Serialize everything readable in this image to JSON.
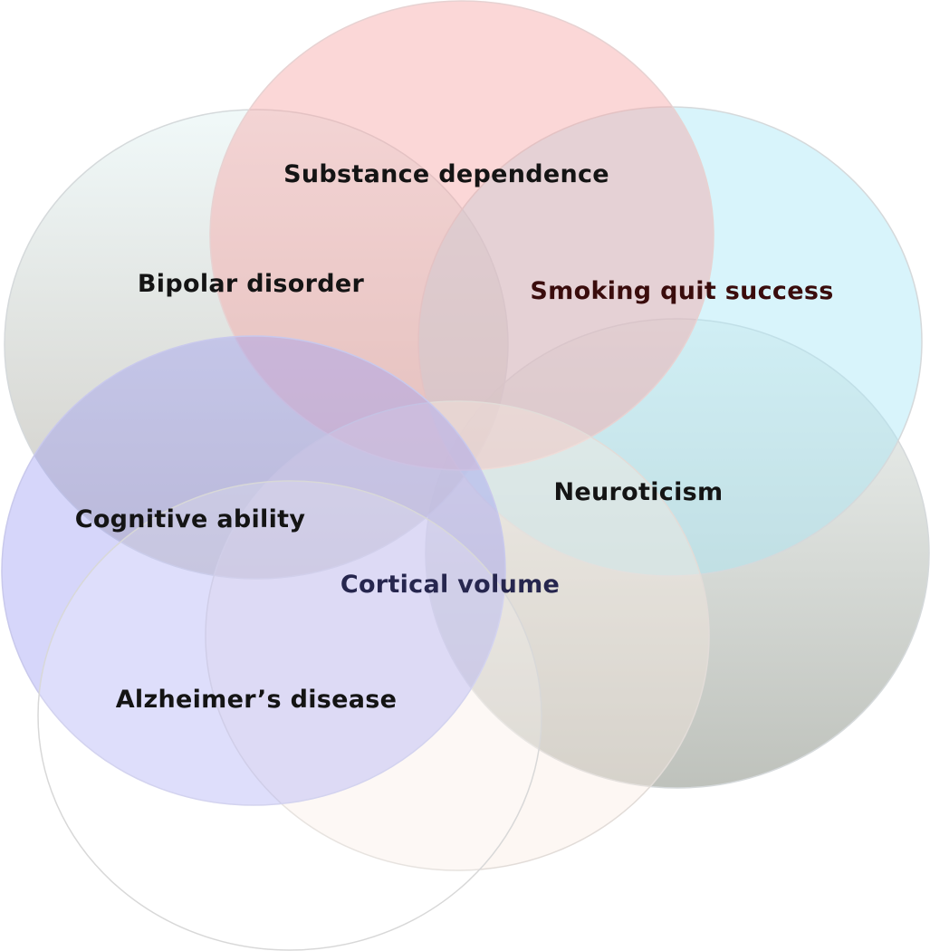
{
  "diagram": {
    "colors": {
      "substance": "#f7a6a6",
      "smoking": "#a8e6f6",
      "bipolar_top": "#eef8f8",
      "bipolar_bottom": "#c6c2bb",
      "neuroticism_top": "#eef3f1",
      "neuroticism_bottom": "#b3b7b0",
      "cognitive": "#9e9ef4",
      "cortical": "#fbebe0",
      "alzheimers": "#ffffff",
      "edge": "#d5d9db",
      "label_dark": "#141414",
      "label_maroon": "#3a0c0c",
      "label_navy": "#26264e"
    },
    "labels": {
      "substance": "Substance dependence",
      "bipolar": "Bipolar disorder",
      "smoking": "Smoking quit success",
      "neuroticism": "Neuroticism",
      "cognitive": "Cognitive ability",
      "cortical": "Cortical volume",
      "alzheimers": "Alzheimer’s disease"
    }
  }
}
